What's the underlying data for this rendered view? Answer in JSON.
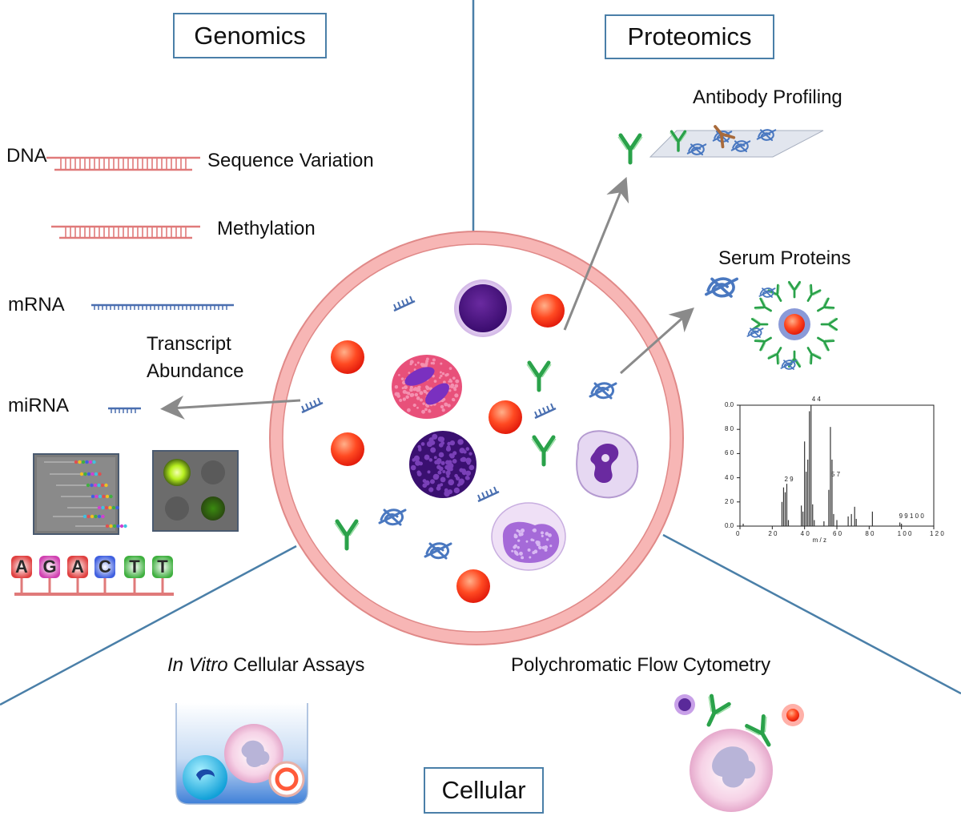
{
  "sections": {
    "genomics": "Genomics",
    "proteomics": "Proteomics",
    "cellular": "Cellular"
  },
  "genomics": {
    "dna": "DNA",
    "sequence_variation": "Sequence Variation",
    "methylation": "Methylation",
    "mrna": "mRNA",
    "transcript_line1": "Transcript",
    "transcript_line2": "Abundance",
    "mirna": "miRNA",
    "sequence_letters": [
      "A",
      "G",
      "A",
      "C",
      "T",
      "T"
    ]
  },
  "proteomics": {
    "antibody_profiling": "Antibody Profiling",
    "serum_proteins": "Serum Proteins"
  },
  "cellular": {
    "in_vitro_italic": "In Vitro",
    "in_vitro_rest": " Cellular Assays",
    "flow_cytometry": "Polychromatic Flow Cytometry"
  },
  "mass_spec": {
    "y_ticks": [
      "0.0",
      "2 0",
      "4 0",
      "6 0",
      "8 0",
      "0.0"
    ],
    "x_ticks": [
      "0",
      "2 0",
      "4 0",
      "6 0",
      "8 0",
      "1 0 0",
      "1 2 0"
    ],
    "x_label": "m / z",
    "peak_labels": [
      "2 9",
      "4 4",
      "5 7",
      "9 9 1 0 0"
    ]
  },
  "colors": {
    "section_line": "#4a7fa8",
    "arrow": "#8a8a8a",
    "dna": "#e07a7a",
    "rna": "#4a6fb0",
    "antibody": "#2aa24a",
    "red_cell": "#ff3a1a",
    "circle_border": "#f4a9a8"
  }
}
